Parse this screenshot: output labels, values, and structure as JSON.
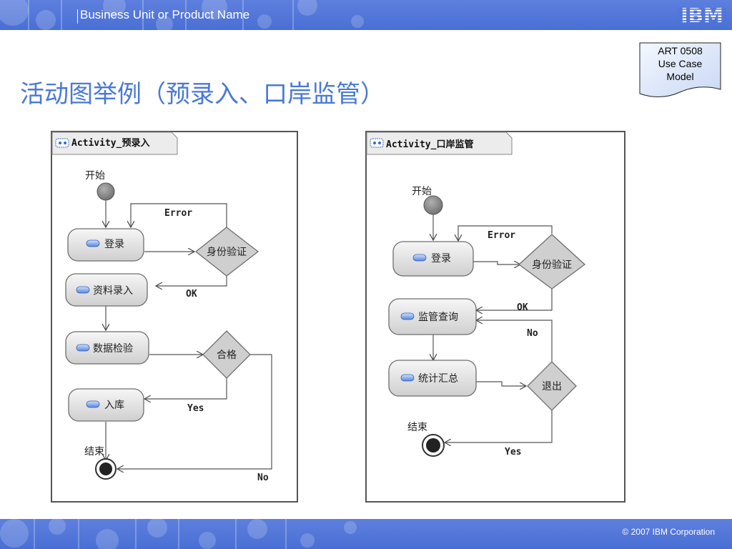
{
  "header": {
    "unit_name": "Business Unit or Product Name",
    "logo": "IBM"
  },
  "title": "活动图举例（预录入、口岸监管）",
  "note": {
    "line1": "ART 0508",
    "line2": "Use Case",
    "line3": "Model"
  },
  "footer": {
    "copyright": "© 2007 IBM Corporation"
  },
  "diagram_left": {
    "tab": "Activity_预录入",
    "start": "开始",
    "end": "结束",
    "nodes": {
      "login": "登录",
      "data_entry": "资料录入",
      "data_check": "数据检验",
      "warehouse": "入库"
    },
    "decisions": {
      "identity": "身份验证",
      "pass": "合格"
    },
    "edges": {
      "error": "Error",
      "ok": "OK",
      "yes": "Yes",
      "no": "No"
    }
  },
  "diagram_right": {
    "tab": "Activity_口岸监管",
    "start": "开始",
    "end": "结束",
    "nodes": {
      "login": "登录",
      "query": "监管查询",
      "summary": "统计汇总"
    },
    "decisions": {
      "identity": "身份验证",
      "exit": "退出"
    },
    "edges": {
      "error": "Error",
      "ok": "OK",
      "no": "No",
      "yes": "Yes"
    }
  },
  "colors": {
    "header_bar": "#4a6fd4",
    "title": "#4a79d6",
    "node_fill": "#e4e4e4",
    "node_stroke": "#6e6e6e",
    "decision_fill": "#cfcfcf"
  }
}
